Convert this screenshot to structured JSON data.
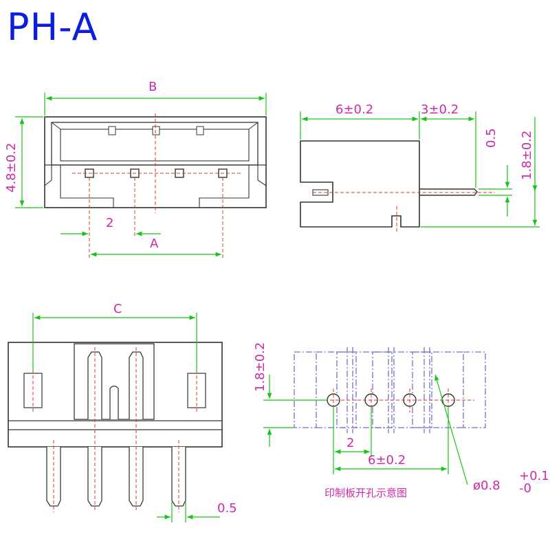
{
  "title": "PH-A",
  "colors": {
    "outline": "#333333",
    "dimension_line": "#16c316",
    "center_line": "#e0302a",
    "dimension_text": "#cc2aa8",
    "footprint": "#7070c8",
    "title": "#0b1ee0"
  },
  "top_view": {
    "dim_B": "B",
    "dim_height": "4.8±0.2",
    "dim_pitch": "2",
    "dim_A": "A"
  },
  "side_view": {
    "dim_depth": "6±0.2",
    "dim_pin_length": "3±0.2",
    "dim_pin_thickness": "0.5",
    "dim_pin_height": "1.8±0.2"
  },
  "front_view": {
    "dim_C": "C",
    "dim_pin_width": "0.5"
  },
  "pcb_layout": {
    "dim_row_offset": "1.8±0.2",
    "dim_pitch": "2",
    "dim_row_spacing": "6±0.2",
    "dim_hole": "ø0.8",
    "dim_hole_tol_plus": "+0.1",
    "dim_hole_tol_minus": "-0",
    "caption": "印制板开孔示意图"
  }
}
